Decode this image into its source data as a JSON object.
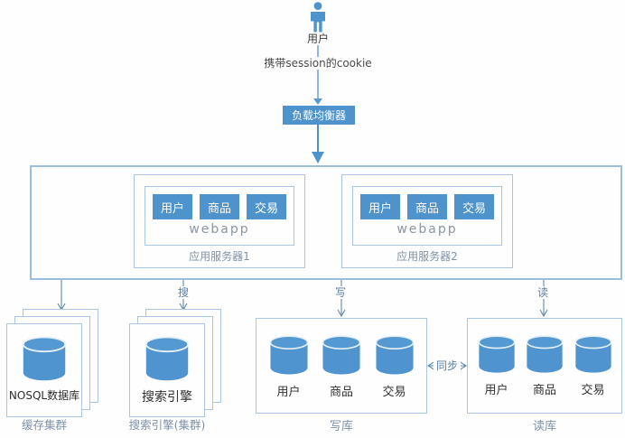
{
  "diagram": {
    "user": {
      "label": "用户"
    },
    "flow": {
      "session_note": "携带session的cookie",
      "search_label": "搜",
      "write_label": "写",
      "read_label": "读",
      "sync_label": "同步"
    },
    "load_balancer": {
      "label": "负载均衡器"
    },
    "app_servers": [
      {
        "caption": "应用服务器1",
        "app_label": "webapp",
        "modules": [
          "用户",
          "商品",
          "交易"
        ]
      },
      {
        "caption": "应用服务器2",
        "app_label": "webapp",
        "modules": [
          "用户",
          "商品",
          "交易"
        ]
      }
    ],
    "cache_cluster": {
      "db_label": "NOSQL数据库",
      "caption": "缓存集群"
    },
    "search_cluster": {
      "db_label": "搜索引擎",
      "caption": "搜索引擎(集群)"
    },
    "write_db": {
      "caption": "写库",
      "stores": [
        "用户",
        "商品",
        "交易"
      ]
    },
    "read_db": {
      "caption": "读库",
      "stores": [
        "用户",
        "商品",
        "交易"
      ]
    }
  },
  "icons": {
    "person": "user-person-icon",
    "database": "database-cylinder-icon"
  },
  "colors": {
    "primary_blue": "#4e93cc",
    "cylinder_blue": "#4f94ce",
    "light_border": "#a9c7e2",
    "container_border": "#9bbedd",
    "big_arrow": "#5b9bd5",
    "thin_arrow": "#6288ad",
    "caption_text": "#7d93a9",
    "dark_text": "#3c3c3c"
  }
}
